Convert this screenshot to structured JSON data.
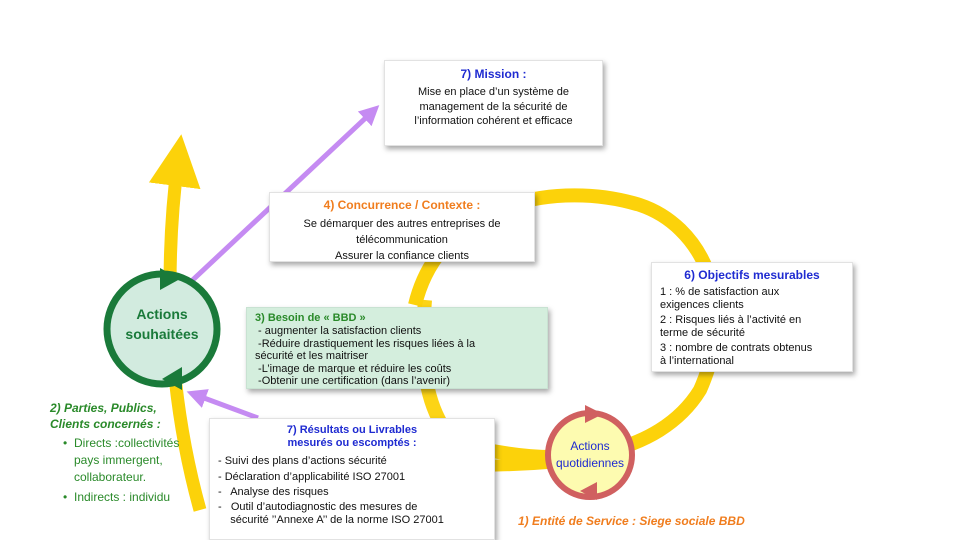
{
  "mission": {
    "title": "7) Mission :",
    "lines": [
      "Mise en place d’un système de",
      "management de la sécurité de",
      "l’information cohérent et efficace"
    ]
  },
  "concurrence": {
    "title": "4) Concurrence / Contexte :",
    "lines": [
      "Se démarquer des autres entreprises de",
      "télécommunication",
      "Assurer la confiance clients"
    ]
  },
  "objectifs": {
    "title": "6) Objectifs mesurables",
    "lines": [
      "1 : % de satisfaction aux",
      "exigences clients",
      "2 : Risques liés à l’activité en",
      "terme de sécurité",
      "3 : nombre de contrats obtenus",
      "à l’international"
    ]
  },
  "besoin": {
    "title": "3) Besoin de « BBD »",
    "lines": [
      " - augmenter la satisfaction clients",
      " -Réduire drastiquement les risques liées à la",
      "sécurité et les maitriser",
      " -L’image de marque et réduire les coûts",
      " -Obtenir une certification (dans l’avenir)"
    ]
  },
  "resultats": {
    "title_line1": "7) Résultats ou Livrables",
    "title_line2": "mesurés ou escomptés  :",
    "lines": [
      "- Suivi des plans d’actions sécurité",
      "- Déclaration d’applicabilité ISO 27001",
      "-   Analyse des risques",
      "-   Outil d’autodiagnostic des mesures de",
      "    sécurité ’’Annexe A’’ de la norme ISO 27001"
    ]
  },
  "actions_souhaitees": {
    "line1": "Actions",
    "line2": "souhaitées"
  },
  "actions_quotidiennes": {
    "line1": "Actions",
    "line2": "quotidiennes"
  },
  "parties": {
    "title_line1": "2) Parties, Publics,",
    "title_line2": "Clients concernés :",
    "bullets": [
      {
        "lines": [
          "Directs :collectivités",
          "pays immergent,",
          "collaborateur."
        ]
      },
      {
        "lines": [
          "Indirects : individu"
        ]
      }
    ]
  },
  "entite": {
    "text": "1)  Entité de Service : Siege sociale BBD"
  },
  "colors": {
    "yellow_arrow": "#fcd20a",
    "purple_arrow": "#c58bf2",
    "green_circle": "#1a7a3a",
    "green_fill": "#d2ebdf",
    "red_circle": "#d06060",
    "yellow_fill": "#fdfbb0",
    "besoin_bg": "#d4eedd",
    "title_blue": "#1f2bd1",
    "title_orange": "#f07d1e",
    "title_green": "#2a8a2a"
  }
}
